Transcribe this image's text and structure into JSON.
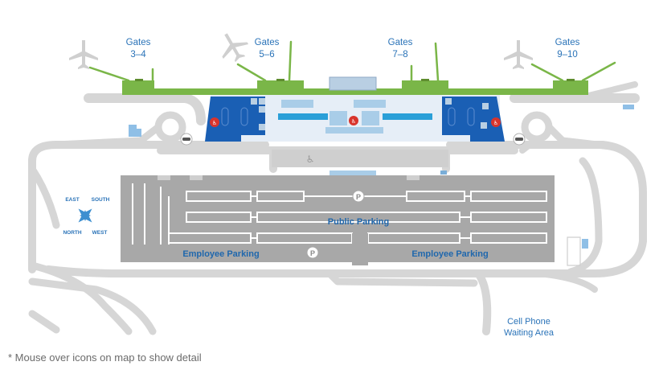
{
  "gates": [
    {
      "line1": "Gates",
      "line2": "3–4"
    },
    {
      "line1": "Gates",
      "line2": "5–6"
    },
    {
      "line1": "Gates",
      "line2": "7–8"
    },
    {
      "line1": "Gates",
      "line2": "9–10"
    }
  ],
  "parking": {
    "public": "Public Parking",
    "employee_left": "Employee Parking",
    "employee_right": "Employee Parking"
  },
  "compass": {
    "east": "EAST",
    "south": "SOUTH",
    "north": "NORTH",
    "west": "WEST"
  },
  "cell_phone": {
    "line1": "Cell Phone",
    "line2": "Waiting Area"
  },
  "footnote": "* Mouse over icons on map to show detail",
  "parking_icon": "P",
  "colors": {
    "road": "#d6d6d6",
    "lot": "#a8a8a8",
    "concourse": "#7ab648",
    "terminal_light": "#e6eef7",
    "terminal_dark": "#1a5fb4",
    "accent_blue": "#2a9fd8",
    "label_blue": "#2a73b8",
    "restroom_red": "#d8342c"
  },
  "icons": [
    "airplane-icon",
    "parking-icon",
    "car-icon",
    "restroom-icon",
    "accessible-icon",
    "compass-icon"
  ]
}
